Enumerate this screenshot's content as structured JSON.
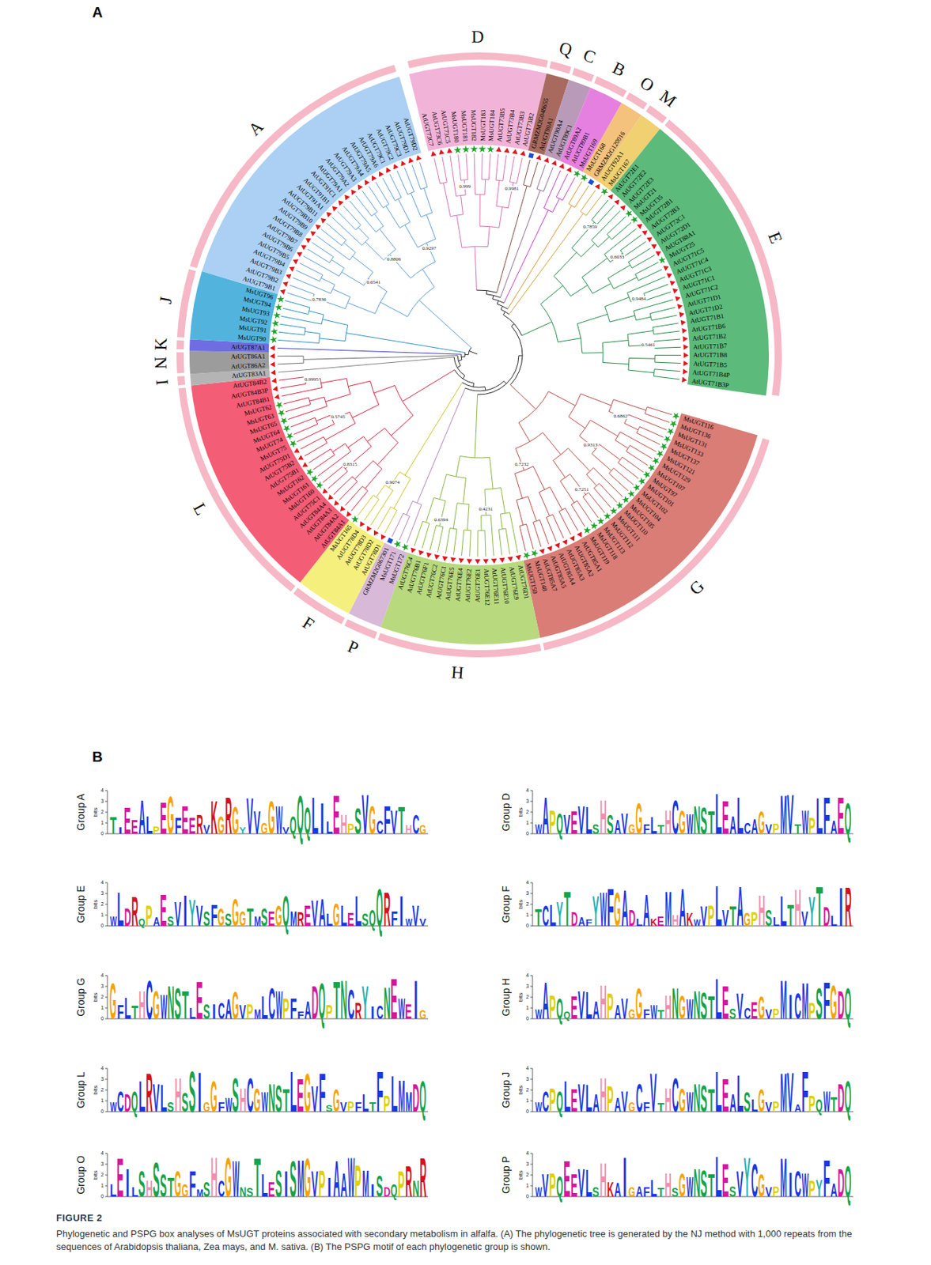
{
  "diagram": {
    "caption": "Phylogenetic and PSPG box analyses of MsUGT proteins associated with secondary metabolism in alfalfa. (A) The phylogenetic tree is generated by the NJ method with 1,000 repeats from the sequences of Arabidopsis thaliana, Zea mays, and M. sativa. (B) The PSPG motif of each phylogenetic group is shown.",
    "nodes": [
      {
        "text": [
          "D",
          "AtUGT73C7",
          "AtUGT73C6",
          "AtUGT73C5",
          "MsUGT180",
          "MsUGT181",
          "MsUGT182",
          "MsUGT183",
          "MsUGT184",
          "AtUGT73B5",
          "AtUGT73B4",
          "AtUGT73B3",
          "AtUGT73B2"
        ]
      },
      {
        "text": [
          "Q",
          "GRMZM2G048655",
          "AtUGT90A1"
        ]
      },
      {
        "text": [
          "C",
          "AtUGT90A4",
          "AtUGT89C1"
        ]
      },
      {
        "text": [
          "B",
          "AtUGT89A2",
          "AtUGT89B1",
          "MsUGT169"
        ]
      },
      {
        "text": [
          "O",
          "MsUGT168",
          "GRMZM2G120016"
        ]
      },
      {
        "text": [
          "M",
          "AtUGT92A1",
          "MsUGT167"
        ]
      },
      {
        "text": [
          "E",
          "AtUGT72E1",
          "AtUGT72E2",
          "AtUGT72E3",
          "MsUGT21",
          "MsUGT35",
          "AtUGT72B1",
          "AtUGT72B3",
          "AtUGT72C1",
          "AtUGT72D1",
          "AtUGT88A1",
          "MsUGT25",
          "AtUGT71C5",
          "AtUGT71C4",
          "AtUGT71C3",
          "AtUGT71C1",
          "AtUGT71C2",
          "AtUGT71D1",
          "AtUGT71D2",
          "AtUGT71B1",
          "AtUGT71B6",
          "AtUGT71B2",
          "AtUGT71B7",
          "AtUGT71B8",
          "AtUGT71B5",
          "AtUGT71B4P",
          "AtUGT71B3P"
        ]
      },
      {
        "text": [
          "G",
          "MsUGT116",
          "MsUGT136",
          "MsUGT131",
          "MsUGT133",
          "MsUGT137",
          "MsUGT121",
          "MsUGT129",
          "MsUGT107",
          "MsUGT97",
          "MsUGT101",
          "MsUGT102",
          "MsUGT104",
          "MsUGT105",
          "MsUGT110",
          "MsUGT111",
          "MsUGT112",
          "MsUGT113",
          "MsUGT118",
          "MsUGT119",
          "AtUGT85A1",
          "AtUGT85A2",
          "AtUGT85A3",
          "AtUGT85A4",
          "AtUGT85A5",
          "AtUGT85A7",
          "MsUGT148",
          "MsUGT150"
        ]
      },
      {
        "text": [
          "H",
          "AtUGT76D1",
          "AtUGT76E9",
          "AtUGT76E10",
          "AtUGT76E11",
          "AtUGT76E12",
          "AtUGT76E1",
          "AtUGT76E2",
          "AtUGT76E4",
          "AtUGT76E5",
          "AtUGT76C1",
          "AtUGT76C2",
          "AtUGT76F1",
          "AtUGT76B1",
          "AtUGT76C4"
        ]
      },
      {
        "text": [
          "P",
          "MsUGT172",
          "MsUGT171",
          "GRMZM2G067301"
        ]
      },
      {
        "text": [
          "F",
          "AtUGT78D1",
          "AtUGT78D2",
          "AtUGT78D3",
          "AtUGT78D4",
          "MsUGT165"
        ]
      },
      {
        "text": [
          "L",
          "AtUGT84A1",
          "AtUGT84A2",
          "AtUGT84A3",
          "AtUGT84A4",
          "AtUGT75C1",
          "MsUGT160",
          "MsUGT161",
          "MsUGT162",
          "AtUGT75B1",
          "AtUGT75B2",
          "AtUGT75D1",
          "MsUGT75",
          "MsUGT74",
          "MsUGT64",
          "MsUGT65",
          "MsUGT63",
          "MsUGT62",
          "AtUGT84B1",
          "AtUGT84B3P",
          "AtUGT84B2"
        ]
      },
      {
        "text": [
          "I",
          "AtUGT83A1"
        ]
      },
      {
        "text": [
          "N",
          "AtUGT86A2",
          "AtUGT86A1"
        ]
      },
      {
        "text": [
          "K",
          "AtUGT87A1"
        ]
      },
      {
        "text": [
          "J",
          "MsUGT90",
          "MsUGT91",
          "MsUGT92",
          "MsUGT93",
          "MsUGT94",
          "MsUGT96"
        ]
      },
      {
        "text": [
          "A",
          "AtUGT79B1",
          "AtUGT79B2",
          "AtUGT79B3",
          "AtUGT79B4",
          "AtUGT79B5",
          "AtUGT79B6",
          "AtUGT79B7",
          "AtUGT79B8",
          "AtUGT79B9",
          "AtUGT79B10",
          "AtUGT79B11",
          "AtUGT91A1",
          "AtUGT91B1",
          "AtUGT91C1",
          "AtUGT79A1",
          "AtUGT79A2",
          "AtUGT79A3",
          "AtUGT79A4",
          "AtUGT79A5",
          "AtUGT79A6",
          "AtUGT79C1",
          "AtUGT79C2",
          "AtUGT79C3",
          "AtUGT79D1",
          "AtUGT79D2"
        ]
      },
      {
        "text": [
          "Group A",
          "bits",
          "4",
          "3",
          "2",
          "1",
          "0",
          "TIEEALPEGFEERVKGRGYVVGGWVQQQLILEHPSVGCFVTHCG"
        ]
      },
      {
        "text": [
          "Group D",
          "bits",
          "4",
          "3",
          "2",
          "1",
          "0",
          "WAPQVEVLSHSAVGGFLTHCGWNSTLEALCAGVPMVTWPLFAEQ"
        ]
      },
      {
        "text": [
          "Group E",
          "bits",
          "4",
          "3",
          "2",
          "1",
          "0",
          "WLDRQPAESVIYVSFGSGGTMSEGQMREVALGLELSQQRFIWVV"
        ]
      },
      {
        "text": [
          "Group F",
          "bits",
          "4",
          "3",
          "2",
          "1",
          "0",
          "TCLYTDAFYWFGADLAKEMHAKWVPLVTAGPHSLLTHVYTDLIR"
        ]
      },
      {
        "text": [
          "Group G",
          "bits",
          "4",
          "3",
          "2",
          "1",
          "0",
          "GFLTHCGWNSTLESICAGVPMLCWPFFADQPTNCRYICNEWEIG"
        ]
      },
      {
        "text": [
          "Group H",
          "bits",
          "4",
          "3",
          "2",
          "1",
          "0",
          "WAPQQEVLAHPAVGGFWTHNGWNSTLESVCEGVPMICMPSFGDQ"
        ]
      },
      {
        "text": [
          "Group L",
          "bits",
          "4",
          "3",
          "2",
          "1",
          "0",
          "WCDQLRVLSHSSIGGFWSHCGWNSTLEGVFSGVPFLTFPLMMDQ"
        ]
      },
      {
        "text": [
          "Group J",
          "bits",
          "4",
          "3",
          "2",
          "1",
          "0",
          "WCPQLEVLAHPAVGCFVTHCGWNSTLEALSLGVPMVAFPQWTDQ"
        ]
      },
      {
        "text": [
          "Group O",
          "bits",
          "4",
          "3",
          "2",
          "1",
          "0",
          "LEILSHSSTGGFMSHCGWNSTLESISMGVPIAAWPMISDQPRNR"
        ]
      },
      {
        "text": [
          "Group P",
          "bits",
          "4",
          "3",
          "2",
          "1",
          "0",
          "WVPQEEVLSHKAIGAFLTHSGWNSTLESVYCGVPMICWPYFADQ"
        ]
      }
    ],
    "labels": [
      "A",
      "0.999",
      "0.9981",
      "0.7859",
      "0.6033",
      "0.9484",
      "0.5461",
      "0.6862",
      "0.9313",
      "0.7251",
      "0.7232",
      "0.4231",
      "0.6394",
      "0.9074",
      "0.8315",
      "0.5745",
      "0.9995",
      "0.7836",
      "0.6541",
      "0.8806",
      "0.9297",
      "B",
      "FIGURE 2"
    ]
  }
}
